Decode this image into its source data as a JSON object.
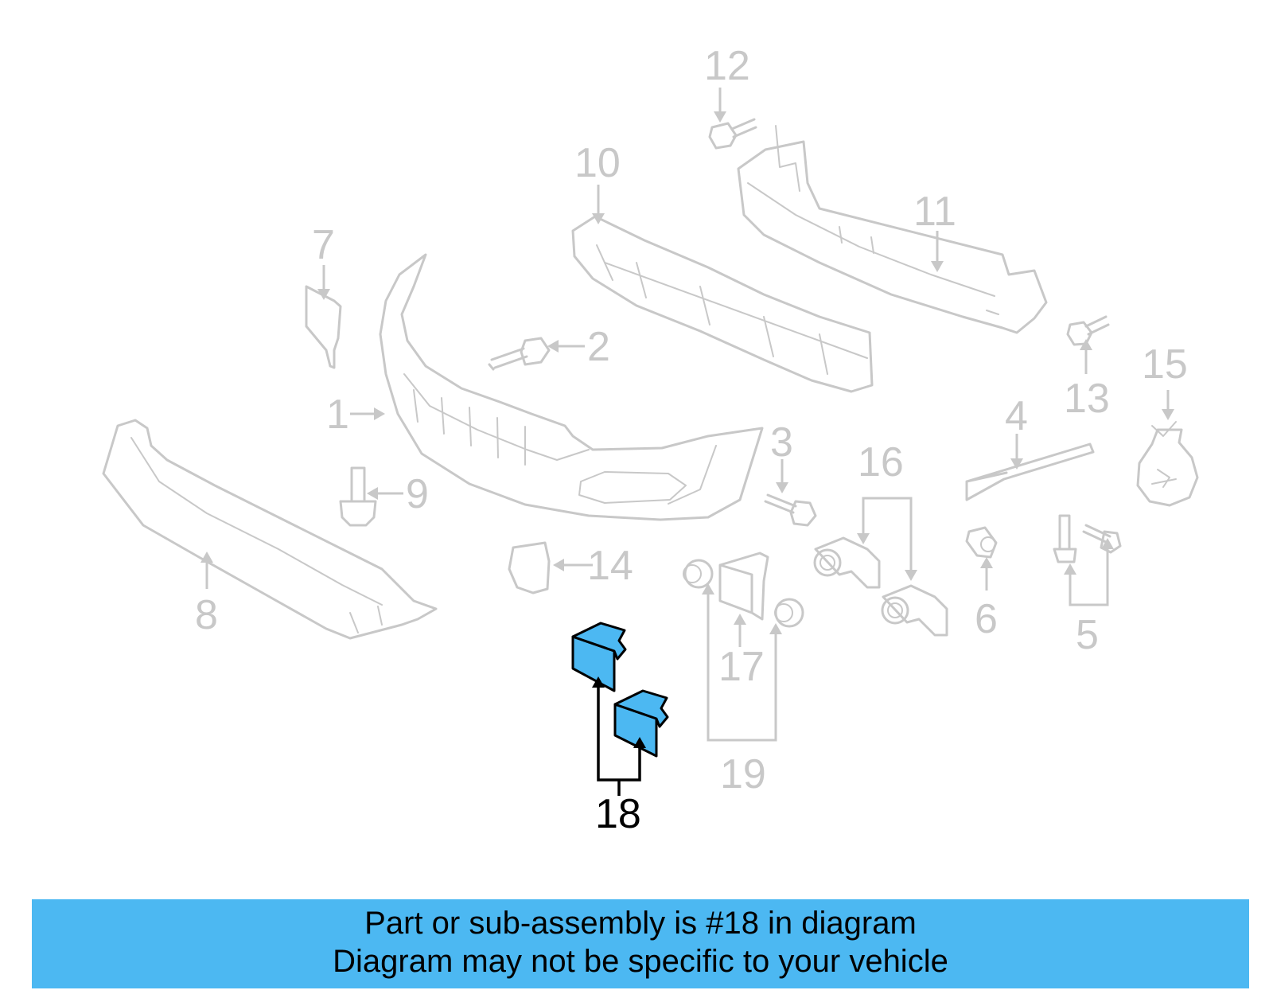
{
  "diagram": {
    "callouts": [
      "1",
      "2",
      "3",
      "4",
      "5",
      "6",
      "7",
      "8",
      "9",
      "10",
      "11",
      "12",
      "13",
      "14",
      "15",
      "16",
      "17",
      "18",
      "19"
    ],
    "highlighted_callout": "18"
  },
  "banner": {
    "line1": "Part or sub-assembly is #18 in diagram",
    "line2": "Diagram may not be specific to your vehicle"
  },
  "colors": {
    "highlight": "#4cb8f2",
    "part_outline": "#c8c8c8",
    "highlight_outline": "#000000"
  }
}
